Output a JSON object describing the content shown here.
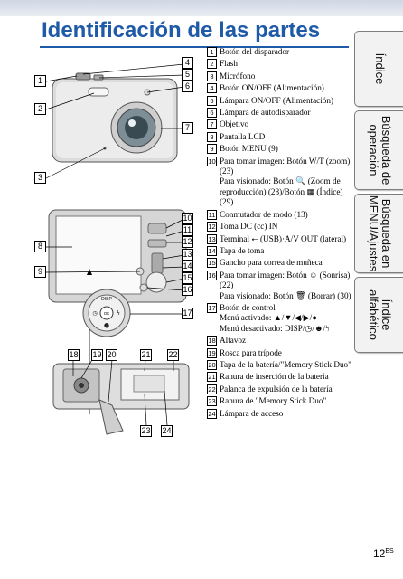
{
  "title": "Identificación de las partes",
  "page": {
    "number": "12",
    "suffix": "ES"
  },
  "side_tabs": [
    {
      "lines": [
        "Índice"
      ]
    },
    {
      "lines": [
        "Búsqueda de",
        "operación"
      ]
    },
    {
      "lines": [
        "Búsqueda en",
        "MENU/Ajustes"
      ]
    },
    {
      "lines": [
        "Índice",
        "alfabético"
      ]
    }
  ],
  "callouts": [
    "1",
    "2",
    "3",
    "4",
    "5",
    "6",
    "7",
    "8",
    "9",
    "10",
    "11",
    "12",
    "13",
    "14",
    "15",
    "16",
    "17",
    "18",
    "19",
    "20",
    "21",
    "22",
    "23",
    "24"
  ],
  "camera_labels": {
    "disp": "DISP",
    "ok": "OK"
  },
  "parts": [
    {
      "num": "1",
      "text": "Botón del disparador"
    },
    {
      "num": "2",
      "text": "Flash"
    },
    {
      "num": "3",
      "text": "Micrófono"
    },
    {
      "num": "4",
      "text": "Botón ON/OFF (Alimentación)"
    },
    {
      "num": "5",
      "text": "Lámpara ON/OFF (Alimentación)"
    },
    {
      "num": "6",
      "text": "Lámpara de autodisparador"
    },
    {
      "num": "7",
      "text": "Objetivo"
    },
    {
      "num": "8",
      "text": "Pantalla LCD"
    },
    {
      "num": "9",
      "text": "Botón MENU (9)"
    },
    {
      "num": "10",
      "text": "Para tomar imagen: Botón W/T (zoom) (23)",
      "sub": "Para visionado: Botón 🔍 (Zoom de reproducción) (28)/Botón ▦ (Índice) (29)"
    },
    {
      "num": "11",
      "text": "Conmutador de modo (13)"
    },
    {
      "num": "12",
      "text": "Toma DC (cc) IN"
    },
    {
      "num": "13",
      "text": "Terminal ⭠ (USB)·A/V OUT (lateral)"
    },
    {
      "num": "14",
      "text": "Tapa de toma"
    },
    {
      "num": "15",
      "text": "Gancho para correa de muñeca"
    },
    {
      "num": "16",
      "text": "Para tomar imagen: Botón ☺ (Sonrisa) (22)",
      "sub": "Para visionado: Botón 🗑 (Borrar) (30)"
    },
    {
      "num": "17",
      "text": "Botón de control",
      "sub": "Menú activado: ▲/▼/◀/▶/●",
      "sub2": "Menú desactivado: DISP/◷/☻/ϟ"
    },
    {
      "num": "18",
      "text": "Altavoz"
    },
    {
      "num": "19",
      "text": "Rosca para trípode"
    },
    {
      "num": "20",
      "text": "Tapa de la batería/\"Memory Stick Duo\""
    },
    {
      "num": "21",
      "text": "Ranura de inserción de la batería"
    },
    {
      "num": "22",
      "text": "Palanca de expulsión de la batería"
    },
    {
      "num": "23",
      "text": "Ranura de \"Memory Stick Duo\""
    },
    {
      "num": "24",
      "text": "Lámpara de acceso"
    }
  ]
}
